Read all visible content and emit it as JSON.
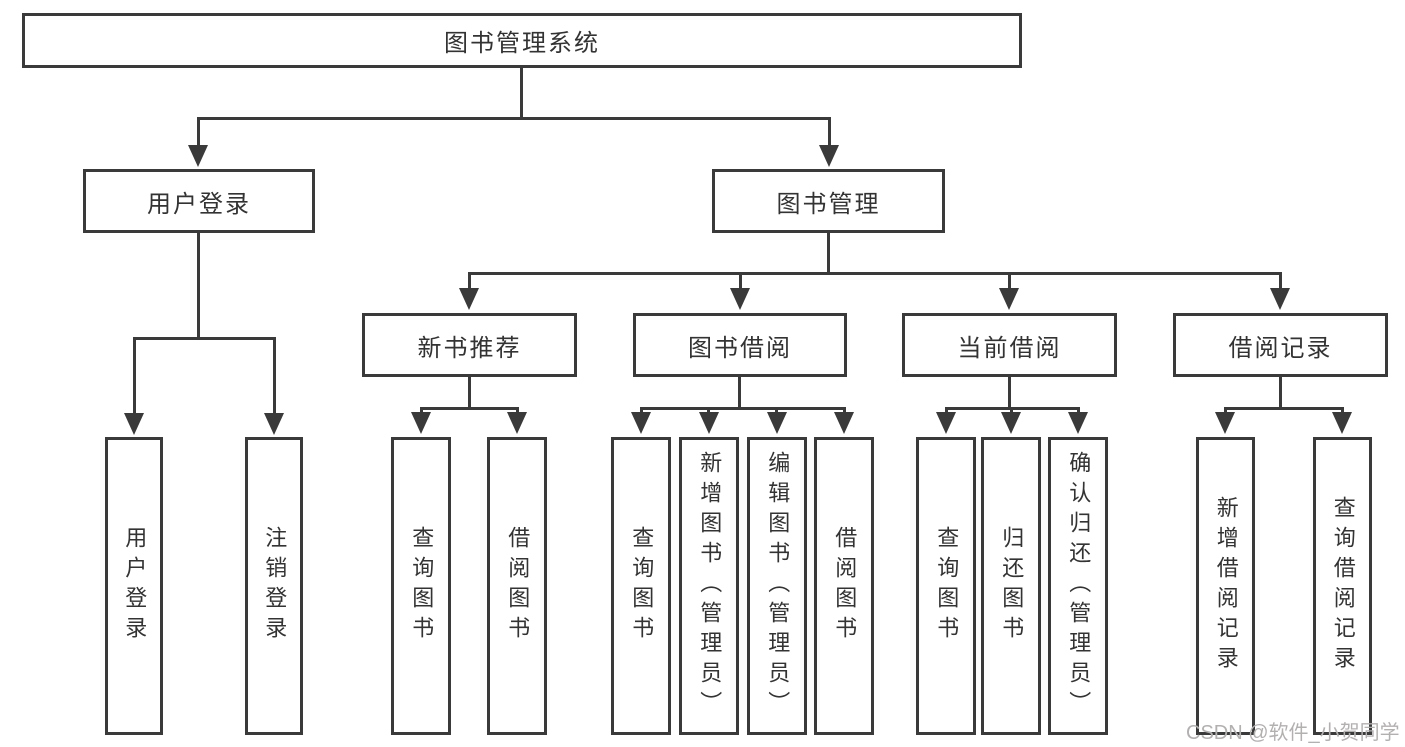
{
  "tree": {
    "root": {
      "label": "图书管理系统"
    },
    "branches": [
      {
        "label": "用户登录",
        "children": [
          {
            "label": "用户登录"
          },
          {
            "label": "注销登录"
          }
        ]
      },
      {
        "label": "图书管理",
        "children": [
          {
            "label": "新书推荐",
            "children": [
              {
                "label": "查询图书"
              },
              {
                "label": "借阅图书"
              }
            ]
          },
          {
            "label": "图书借阅",
            "children": [
              {
                "label": "查询图书"
              },
              {
                "label": "新增图书（管理员）"
              },
              {
                "label": "编辑图书（管理员）"
              },
              {
                "label": "借阅图书"
              }
            ]
          },
          {
            "label": "当前借阅",
            "children": [
              {
                "label": "查询图书"
              },
              {
                "label": "归还图书"
              },
              {
                "label": "确认归还（管理员）"
              }
            ]
          },
          {
            "label": "借阅记录",
            "children": [
              {
                "label": "新增借阅记录"
              },
              {
                "label": "查询借阅记录"
              }
            ]
          }
        ]
      }
    ]
  },
  "watermark": {
    "text": "CSDN @软件_小贺同学",
    "color": "#b3b0b0"
  },
  "colors": {
    "line": "#3a3a3a",
    "text": "#333333",
    "background": "#ffffff"
  }
}
